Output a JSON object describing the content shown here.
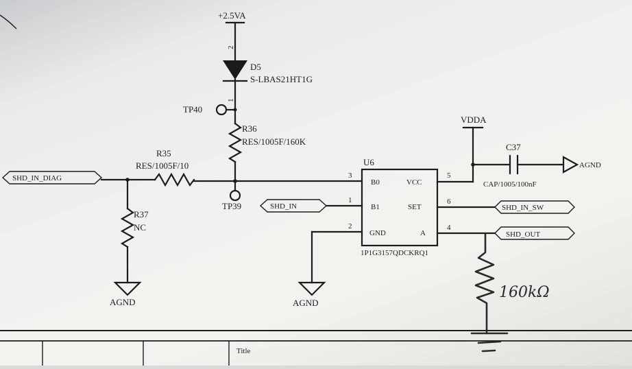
{
  "power": {
    "supply_label": "+2.5VA",
    "vdda_label": "VDDA"
  },
  "diode": {
    "ref": "D5",
    "part": "S-LBAS21HT1G",
    "pin_top": "2",
    "pin_bottom": "1"
  },
  "testpoints": {
    "tp40": "TP40",
    "tp39": "TP39"
  },
  "resistors": {
    "r36": {
      "ref": "R36",
      "value": "RES/1005F/160K"
    },
    "r35": {
      "ref": "R35",
      "value": "RES/1005F/10"
    },
    "r37": {
      "ref": "R37",
      "value": "NC"
    }
  },
  "capacitor": {
    "ref": "C37",
    "value": "CAP/1005/100nF"
  },
  "ic": {
    "ref": "U6",
    "part": "1P1G3157QDCKRQ1",
    "pins": {
      "b0": "B0",
      "b1": "B1",
      "gnd": "GND",
      "vcc": "VCC",
      "sel": "SET",
      "a": "A"
    },
    "pin_numbers": {
      "b0": "3",
      "b1": "1",
      "gnd": "2",
      "vcc": "5",
      "sel": "6",
      "a": "4"
    }
  },
  "ports": {
    "shd_in_diag": "SHD_IN_DIAG",
    "shd_in": "SHD_IN",
    "shd_in_sw": "SHD_IN_SW",
    "shd_out": "SHD_OUT",
    "agnd_cap": "AGND"
  },
  "grounds": {
    "left": "AGND",
    "mid": "AGND"
  },
  "handwritten": {
    "resistor_value": "160kΩ"
  },
  "titleblock": {
    "title_label": "Title"
  }
}
